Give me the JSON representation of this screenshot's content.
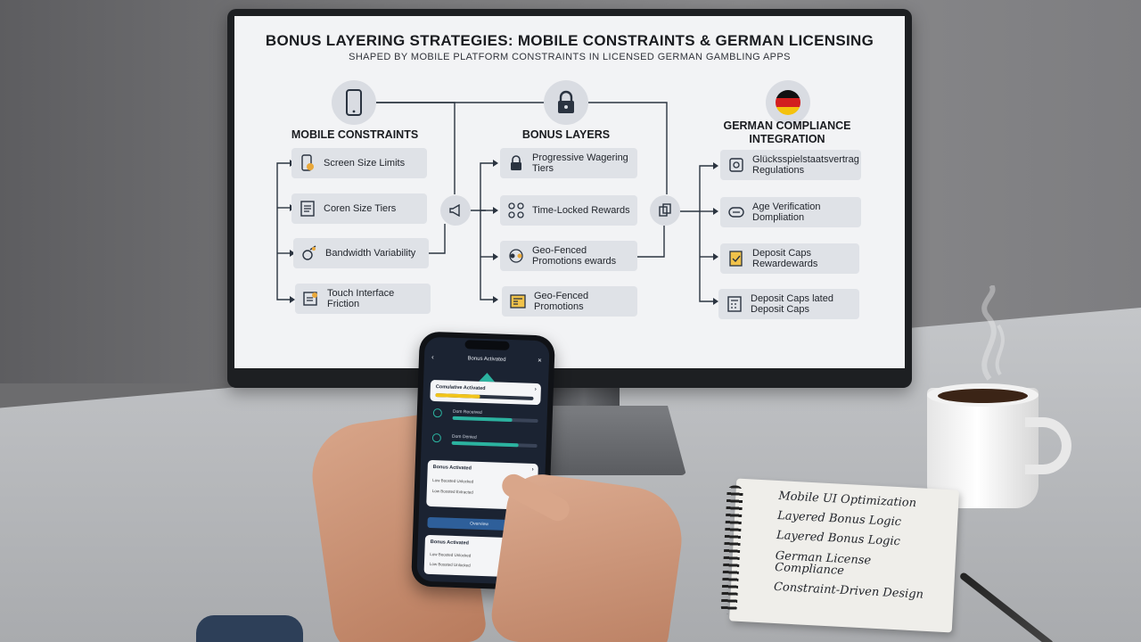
{
  "infographic": {
    "title": "BONUS LAYERING STRATEGIES: MOBILE CONSTRAINTS & GERMAN LICENSING",
    "subtitle": "SHAPED BY MOBILE PLATFORM CONSTRAINTS IN LICENSED GERMAN GAMBLING APPS",
    "columns": [
      {
        "heading": "MOBILE CONSTRAINTS",
        "icon": "smartphone-icon",
        "items": [
          {
            "label": "Screen Size Limits",
            "icon": "phone-hand-icon"
          },
          {
            "label": "Coren Size Tiers",
            "icon": "document-icon"
          },
          {
            "label": "Bandwidth Variability",
            "icon": "signal-icon"
          },
          {
            "label": "Touch Interface Friction",
            "icon": "touch-icon"
          }
        ]
      },
      {
        "heading": "BONUS LAYERS",
        "icon": "lock-icon",
        "items": [
          {
            "label": "Progressive Wagering Tiers",
            "icon": "lock-icon"
          },
          {
            "label": "Time-Locked Rewards",
            "icon": "grid-icon"
          },
          {
            "label": "Geo-Fenced Promotions ewards",
            "icon": "network-icon"
          },
          {
            "label": "Geo-Fenced Promotions",
            "icon": "calculator-icon"
          }
        ]
      },
      {
        "heading": "GERMAN COMPLIANCE INTEGRATION",
        "icon": "german-flag-icon",
        "items": [
          {
            "label": "Glücksspielstaatsvertrag Regulations",
            "icon": "scan-icon"
          },
          {
            "label": "Age Verification Dompliation",
            "icon": "id-card-icon"
          },
          {
            "label": "Deposit Caps Rewardewards",
            "icon": "document-check-icon"
          },
          {
            "label": "Deposit Caps lated Deposit Caps",
            "icon": "calculator-icon"
          }
        ]
      }
    ]
  },
  "phone": {
    "title": "Bonus Activated",
    "card1": "Comulative Activated",
    "row1": "Dom Received",
    "row2": "Dom Denied",
    "card2_title": "Bonus Activated",
    "card2_line1": "Low Boosted Unlocked",
    "card2_line2": "Low Bossted Extracted",
    "button": "Overview",
    "card3_title": "Bonus Activated",
    "card3_line1": "Low Boosted Unlocked",
    "card3_line2": "Low Bossted Unlocked",
    "accent_yellow": "#f2c51b",
    "accent_teal": "#2bb3a0"
  },
  "notebook": {
    "notes": [
      "Mobile UI Optimization",
      "Layered Bonus Logic",
      "Layered Bonus Logic",
      "German License Compliance",
      "Constraint-Driven Design"
    ]
  }
}
